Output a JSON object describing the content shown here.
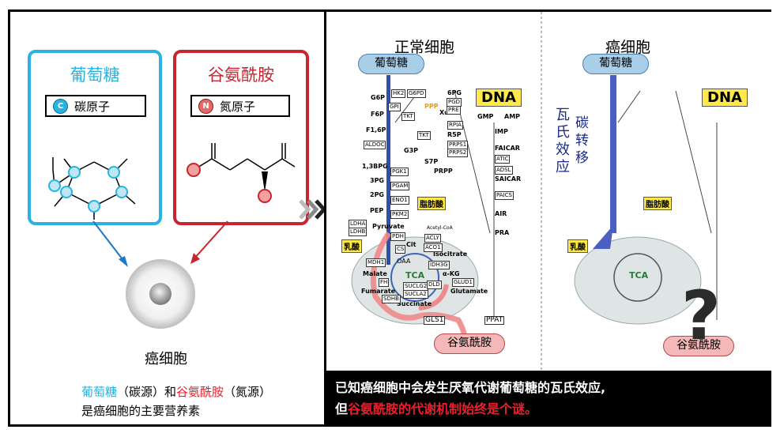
{
  "left": {
    "glucose": {
      "title": "葡萄糖",
      "atom_symbol": "C",
      "atom_label": "碳原子",
      "color": "#2ab3e0"
    },
    "glutamine": {
      "title": "谷氨酰胺",
      "atom_symbol": "N",
      "atom_label": "氮原子",
      "color": "#c8262e"
    },
    "cell_label": "癌细胞",
    "footnote": {
      "glucose": "葡萄糖",
      "carbon": "（碳源）和",
      "glutamine": "谷氨酰胺",
      "nitrogen": "（氮源）",
      "line2": "是癌细胞的主要营养素"
    }
  },
  "right": {
    "normal_title": "正常细胞",
    "cancer_title": "癌细胞",
    "glucose_pill": "葡萄糖",
    "glutamine_pill": "谷氨酰胺",
    "dna": "DNA",
    "lactate": "乳酸",
    "fatty_acid": "脂肪酸",
    "warburg": [
      "瓦",
      "氏",
      "效",
      "应"
    ],
    "carbon_shift": [
      "碳",
      "转",
      "移"
    ],
    "question": "?",
    "tca": "TCA"
  },
  "pathway": {
    "metabolites_left": [
      "G6P",
      "F6P",
      "F1,6P",
      "1,3BPG",
      "3PG",
      "2PG",
      "PEP",
      "Pyruvate"
    ],
    "genes_left": [
      "HK2",
      "G6PD",
      "GPI",
      "ALDOC",
      "PGK1",
      "PGAM",
      "ENO1",
      "PKM2",
      "LDHA",
      "LDHB",
      "PDH",
      "MDH1"
    ],
    "ppp": [
      "PPP",
      "6PG",
      "Xu5P",
      "R5P",
      "G3P",
      "S7P",
      "PRPP"
    ],
    "genes_ppp": [
      "PGD",
      "PRE",
      "TKT",
      "TKT",
      "RPIA",
      "PRPS1",
      "PRPS2"
    ],
    "tca_labels": [
      "Acetyl-CoA",
      "Cit",
      "Isocitrate",
      "α-KG",
      "Glutamate",
      "Succinate",
      "Fumarate",
      "Malate",
      "OAA"
    ],
    "tca_genes": [
      "CS",
      "ACLY",
      "ACO1",
      "IDH3G",
      "GLUD1",
      "SUCLG2",
      "SUCLA2",
      "SDHB",
      "FH",
      "DLD"
    ],
    "purine": [
      "GMP",
      "AMP",
      "IMP",
      "FAICAR",
      "SAICAR",
      "AIR",
      "PRA"
    ],
    "purine_genes": [
      "ATIC",
      "ADSL",
      "PAICS",
      "PPAT",
      "GLS1"
    ]
  },
  "bottom": {
    "line1": "已知癌细胞中会发生厌氧代谢葡萄糖的瓦氏效应,",
    "line2_red": "谷氨酰胺的代谢机制始终是个谜。",
    "line2_prefix": "但"
  }
}
